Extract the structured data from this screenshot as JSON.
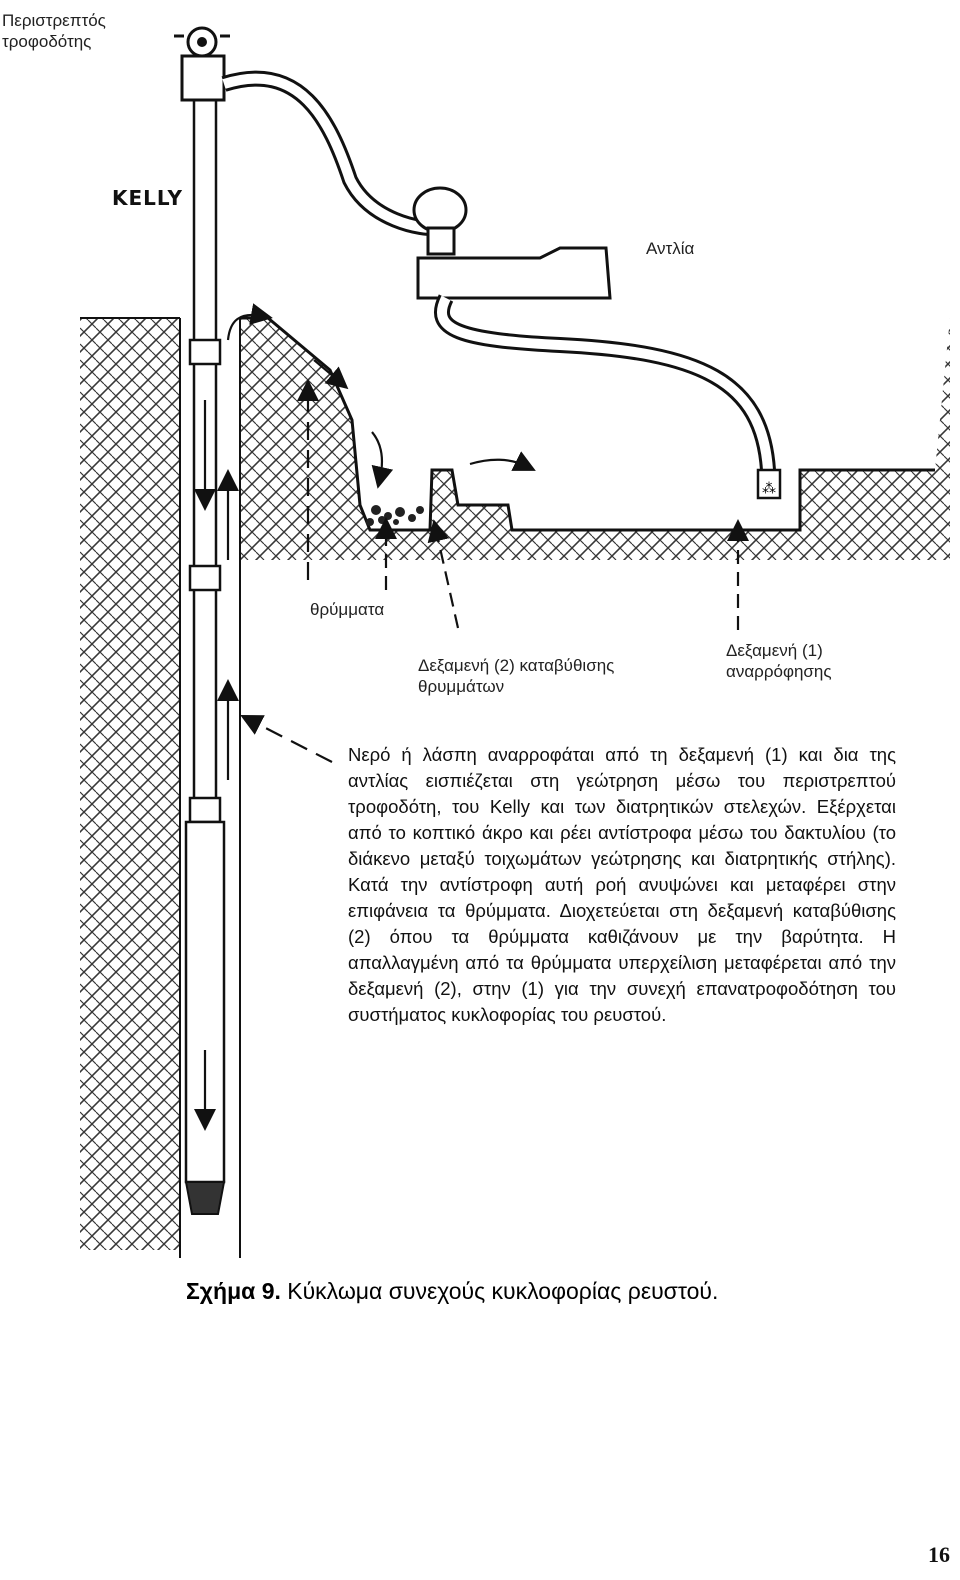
{
  "labels": {
    "swivel": "Περιστρεπτός τροφοδότης",
    "kelly": "KELLY",
    "pump": "Αντλία",
    "cuttings": "θρύμματα",
    "settling_tank": "Δεξαμενή  (2)  καταβύθισης θρυμμάτων",
    "suction_tank": "Δεξαμενή  (1) αναρρόφησης"
  },
  "description": "Νερό ή λάσπη αναρροφάται από τη δεξαμενή (1) και δια της αντλίας εισπιέζεται στη γεώτρηση μέσω του περιστρεπτού τροφοδότη, του Kelly και των διατρητικών στελεχών. Εξέρχεται από το κοπτικό άκρο και ρέει αντίστροφα μέσω του δακτυλίου (το διάκενο μεταξύ τοιχωμάτων γεώτρησης και διατρητικής στήλης). Κατά την αντίστροφη αυτή ροή ανυψώνει και μεταφέρει στην επιφάνεια τα θρύμματα. Διοχετεύεται στη δεξαμενή καταβύθισης (2) όπου τα θρύμματα καθιζάνουν με την βαρύτητα. Η απαλλαγμένη από τα θρύμματα υπερχείλιση μεταφέρεται από την δεξαμενή (2), στην (1) για την συνεχή επανατροφοδότηση του συστήματος κυκλοφορίας του ρευστού.",
  "caption": {
    "prefix": "Σχήμα 9.",
    "text": " Κύκλωμα συνεχούς κυκλοφορίας ρευστού."
  },
  "page_number": "16"
}
